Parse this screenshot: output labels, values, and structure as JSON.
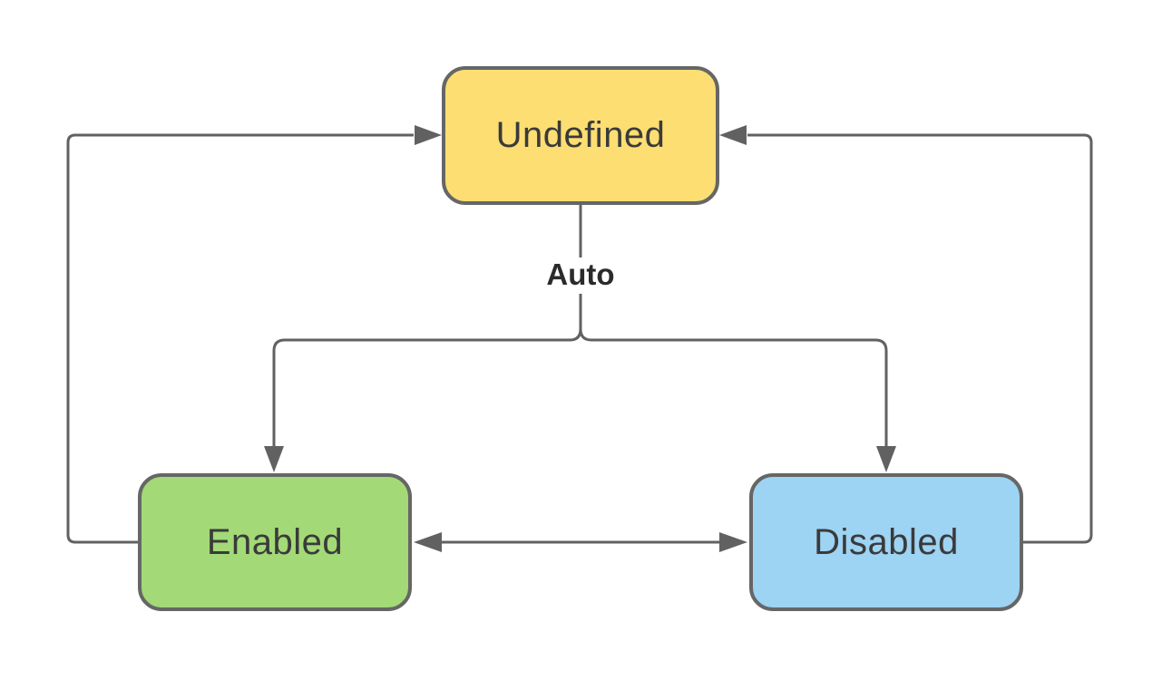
{
  "diagram": {
    "type": "state-diagram",
    "background": "#FFFFFF"
  },
  "nodes": {
    "undefined": {
      "label": "Undefined",
      "fill": "#FDDE72",
      "border": "#666666",
      "text_color": "#3A3A3A"
    },
    "enabled": {
      "label": "Enabled",
      "fill": "#A3D977",
      "border": "#666666",
      "text_color": "#3A3A3A"
    },
    "disabled": {
      "label": "Disabled",
      "fill": "#9DD3F3",
      "border": "#666666",
      "text_color": "#3A3A3A"
    }
  },
  "labels": {
    "auto": "Auto"
  },
  "edges": [
    {
      "id": "enabled-to-undefined",
      "from": "enabled",
      "to": "undefined",
      "label": "",
      "arrowhead_at": "undefined"
    },
    {
      "id": "disabled-to-undefined",
      "from": "disabled",
      "to": "undefined",
      "label": "",
      "arrowhead_at": "undefined"
    },
    {
      "id": "undefined-auto-branch",
      "from": "undefined",
      "to": "enabled",
      "label": "Auto",
      "arrowhead_at": "enabled"
    },
    {
      "id": "undefined-auto-branch-2",
      "from": "undefined",
      "to": "disabled",
      "label": "Auto",
      "arrowhead_at": "disabled"
    },
    {
      "id": "enabled-disabled-bidirectional",
      "from": "enabled",
      "to": "disabled",
      "label": "",
      "bidirectional": true
    }
  ],
  "colors": {
    "line": "#616161",
    "node_border": "#666666",
    "edge_label_text": "#2B2B2B"
  }
}
